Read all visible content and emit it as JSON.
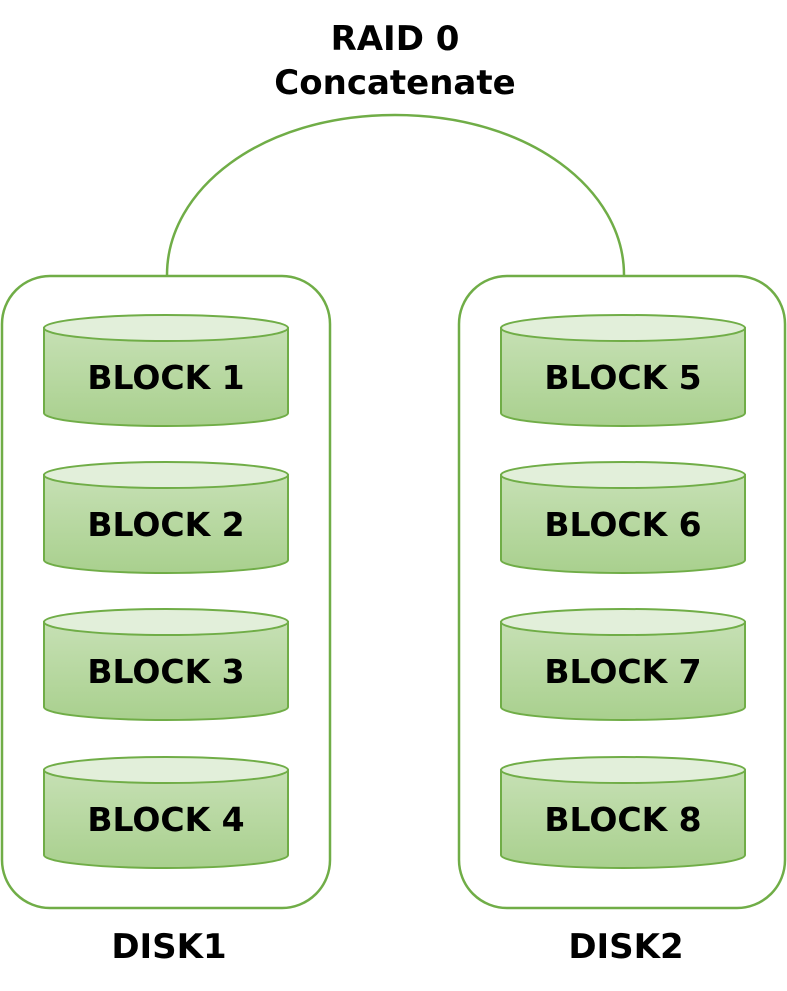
{
  "title": {
    "line1": "RAID 0",
    "line2": "Concatenate"
  },
  "colors": {
    "border": "#70ad47",
    "block_top": "#e2efda",
    "block_body_top": "#c6e0b4",
    "block_body_bottom": "#a9d08e",
    "text": "#000000",
    "background": "#ffffff"
  },
  "disks": [
    {
      "label": "DISK1",
      "blocks": [
        "BLOCK 1",
        "BLOCK 2",
        "BLOCK 3",
        "BLOCK 4"
      ]
    },
    {
      "label": "DISK2",
      "blocks": [
        "BLOCK 5",
        "BLOCK 6",
        "BLOCK 7",
        "BLOCK 8"
      ]
    }
  ]
}
